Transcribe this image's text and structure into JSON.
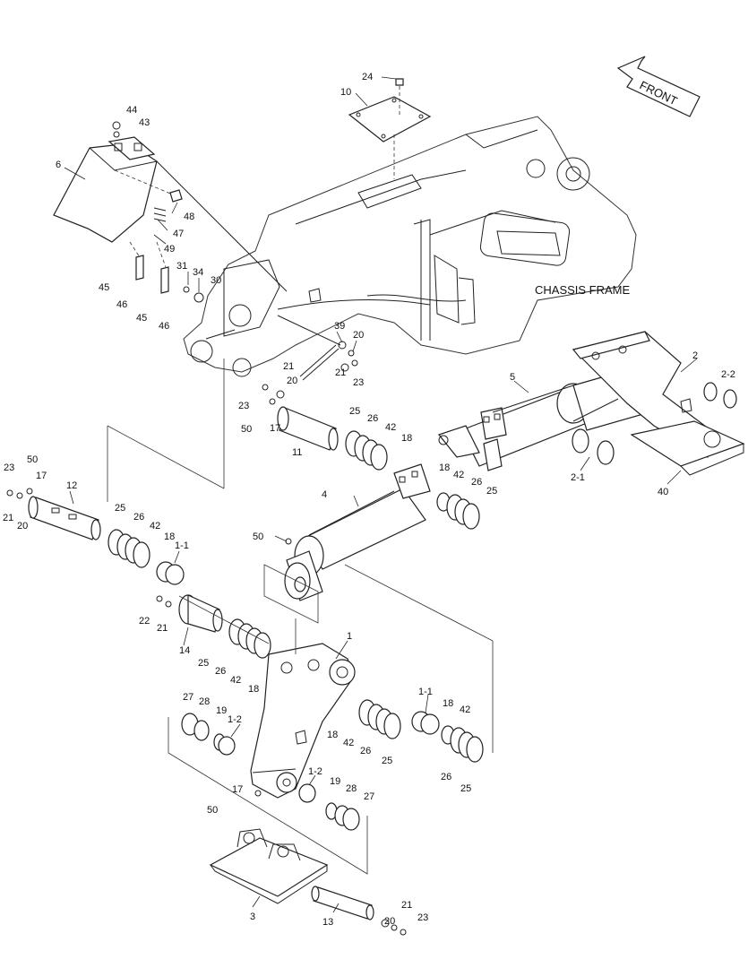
{
  "labels": {
    "chassis_frame": "CHASSIS FRAME",
    "front": "FRONT"
  },
  "parts": [
    {
      "id": "p24",
      "text": "24"
    },
    {
      "id": "p10",
      "text": "10"
    },
    {
      "id": "p44",
      "text": "44"
    },
    {
      "id": "p43",
      "text": "43"
    },
    {
      "id": "p6",
      "text": "6"
    },
    {
      "id": "p48",
      "text": "48"
    },
    {
      "id": "p47",
      "text": "47"
    },
    {
      "id": "p49",
      "text": "49"
    },
    {
      "id": "p31",
      "text": "31"
    },
    {
      "id": "p34",
      "text": "34"
    },
    {
      "id": "p30",
      "text": "30"
    },
    {
      "id": "p45a",
      "text": "45"
    },
    {
      "id": "p46a",
      "text": "46"
    },
    {
      "id": "p45b",
      "text": "45"
    },
    {
      "id": "p46b",
      "text": "46"
    },
    {
      "id": "p39",
      "text": "39"
    },
    {
      "id": "p20a",
      "text": "20"
    },
    {
      "id": "p21a",
      "text": "21"
    },
    {
      "id": "p23a",
      "text": "23"
    },
    {
      "id": "p21b",
      "text": "21"
    },
    {
      "id": "p20b",
      "text": "20"
    },
    {
      "id": "p23b",
      "text": "23"
    },
    {
      "id": "p50a",
      "text": "50"
    },
    {
      "id": "p17a",
      "text": "17"
    },
    {
      "id": "p11",
      "text": "11"
    },
    {
      "id": "p25a",
      "text": "25"
    },
    {
      "id": "p26a",
      "text": "26"
    },
    {
      "id": "p42a",
      "text": "42"
    },
    {
      "id": "p18a",
      "text": "18"
    },
    {
      "id": "p5",
      "text": "5"
    },
    {
      "id": "p2",
      "text": "2"
    },
    {
      "id": "p2-2",
      "text": "2-2"
    },
    {
      "id": "p2-1",
      "text": "2-1"
    },
    {
      "id": "p40",
      "text": "40"
    },
    {
      "id": "p23c",
      "text": "23"
    },
    {
      "id": "p50b",
      "text": "50"
    },
    {
      "id": "p17b",
      "text": "17"
    },
    {
      "id": "p21c",
      "text": "21"
    },
    {
      "id": "p20c",
      "text": "20"
    },
    {
      "id": "p12",
      "text": "12"
    },
    {
      "id": "p18b",
      "text": "18"
    },
    {
      "id": "p42b",
      "text": "42"
    },
    {
      "id": "p26b",
      "text": "26"
    },
    {
      "id": "p25b",
      "text": "25"
    },
    {
      "id": "p4",
      "text": "4"
    },
    {
      "id": "p25c",
      "text": "25"
    },
    {
      "id": "p26c",
      "text": "26"
    },
    {
      "id": "p42c",
      "text": "42"
    },
    {
      "id": "p18c",
      "text": "18"
    },
    {
      "id": "p1-1a",
      "text": "1-1"
    },
    {
      "id": "p50c",
      "text": "50"
    },
    {
      "id": "p22",
      "text": "22"
    },
    {
      "id": "p21d",
      "text": "21"
    },
    {
      "id": "p14",
      "text": "14"
    },
    {
      "id": "p25d",
      "text": "25"
    },
    {
      "id": "p26d",
      "text": "26"
    },
    {
      "id": "p42d",
      "text": "42"
    },
    {
      "id": "p18d",
      "text": "18"
    },
    {
      "id": "p1",
      "text": "1"
    },
    {
      "id": "p1-1b",
      "text": "1-1"
    },
    {
      "id": "p18e",
      "text": "18"
    },
    {
      "id": "p42e",
      "text": "42"
    },
    {
      "id": "p18f",
      "text": "18"
    },
    {
      "id": "p42f",
      "text": "42"
    },
    {
      "id": "p26e",
      "text": "26"
    },
    {
      "id": "p25e",
      "text": "25"
    },
    {
      "id": "p26f",
      "text": "26"
    },
    {
      "id": "p25f",
      "text": "25"
    },
    {
      "id": "p27a",
      "text": "27"
    },
    {
      "id": "p28a",
      "text": "28"
    },
    {
      "id": "p19a",
      "text": "19"
    },
    {
      "id": "p1-2a",
      "text": "1-2"
    },
    {
      "id": "p1-2b",
      "text": "1-2"
    },
    {
      "id": "p19b",
      "text": "19"
    },
    {
      "id": "p28b",
      "text": "28"
    },
    {
      "id": "p27b",
      "text": "27"
    },
    {
      "id": "p17c",
      "text": "17"
    },
    {
      "id": "p50d",
      "text": "50"
    },
    {
      "id": "p3",
      "text": "3"
    },
    {
      "id": "p13",
      "text": "13"
    },
    {
      "id": "p20d",
      "text": "20"
    },
    {
      "id": "p21e",
      "text": "21"
    },
    {
      "id": "p23d",
      "text": "23"
    }
  ]
}
